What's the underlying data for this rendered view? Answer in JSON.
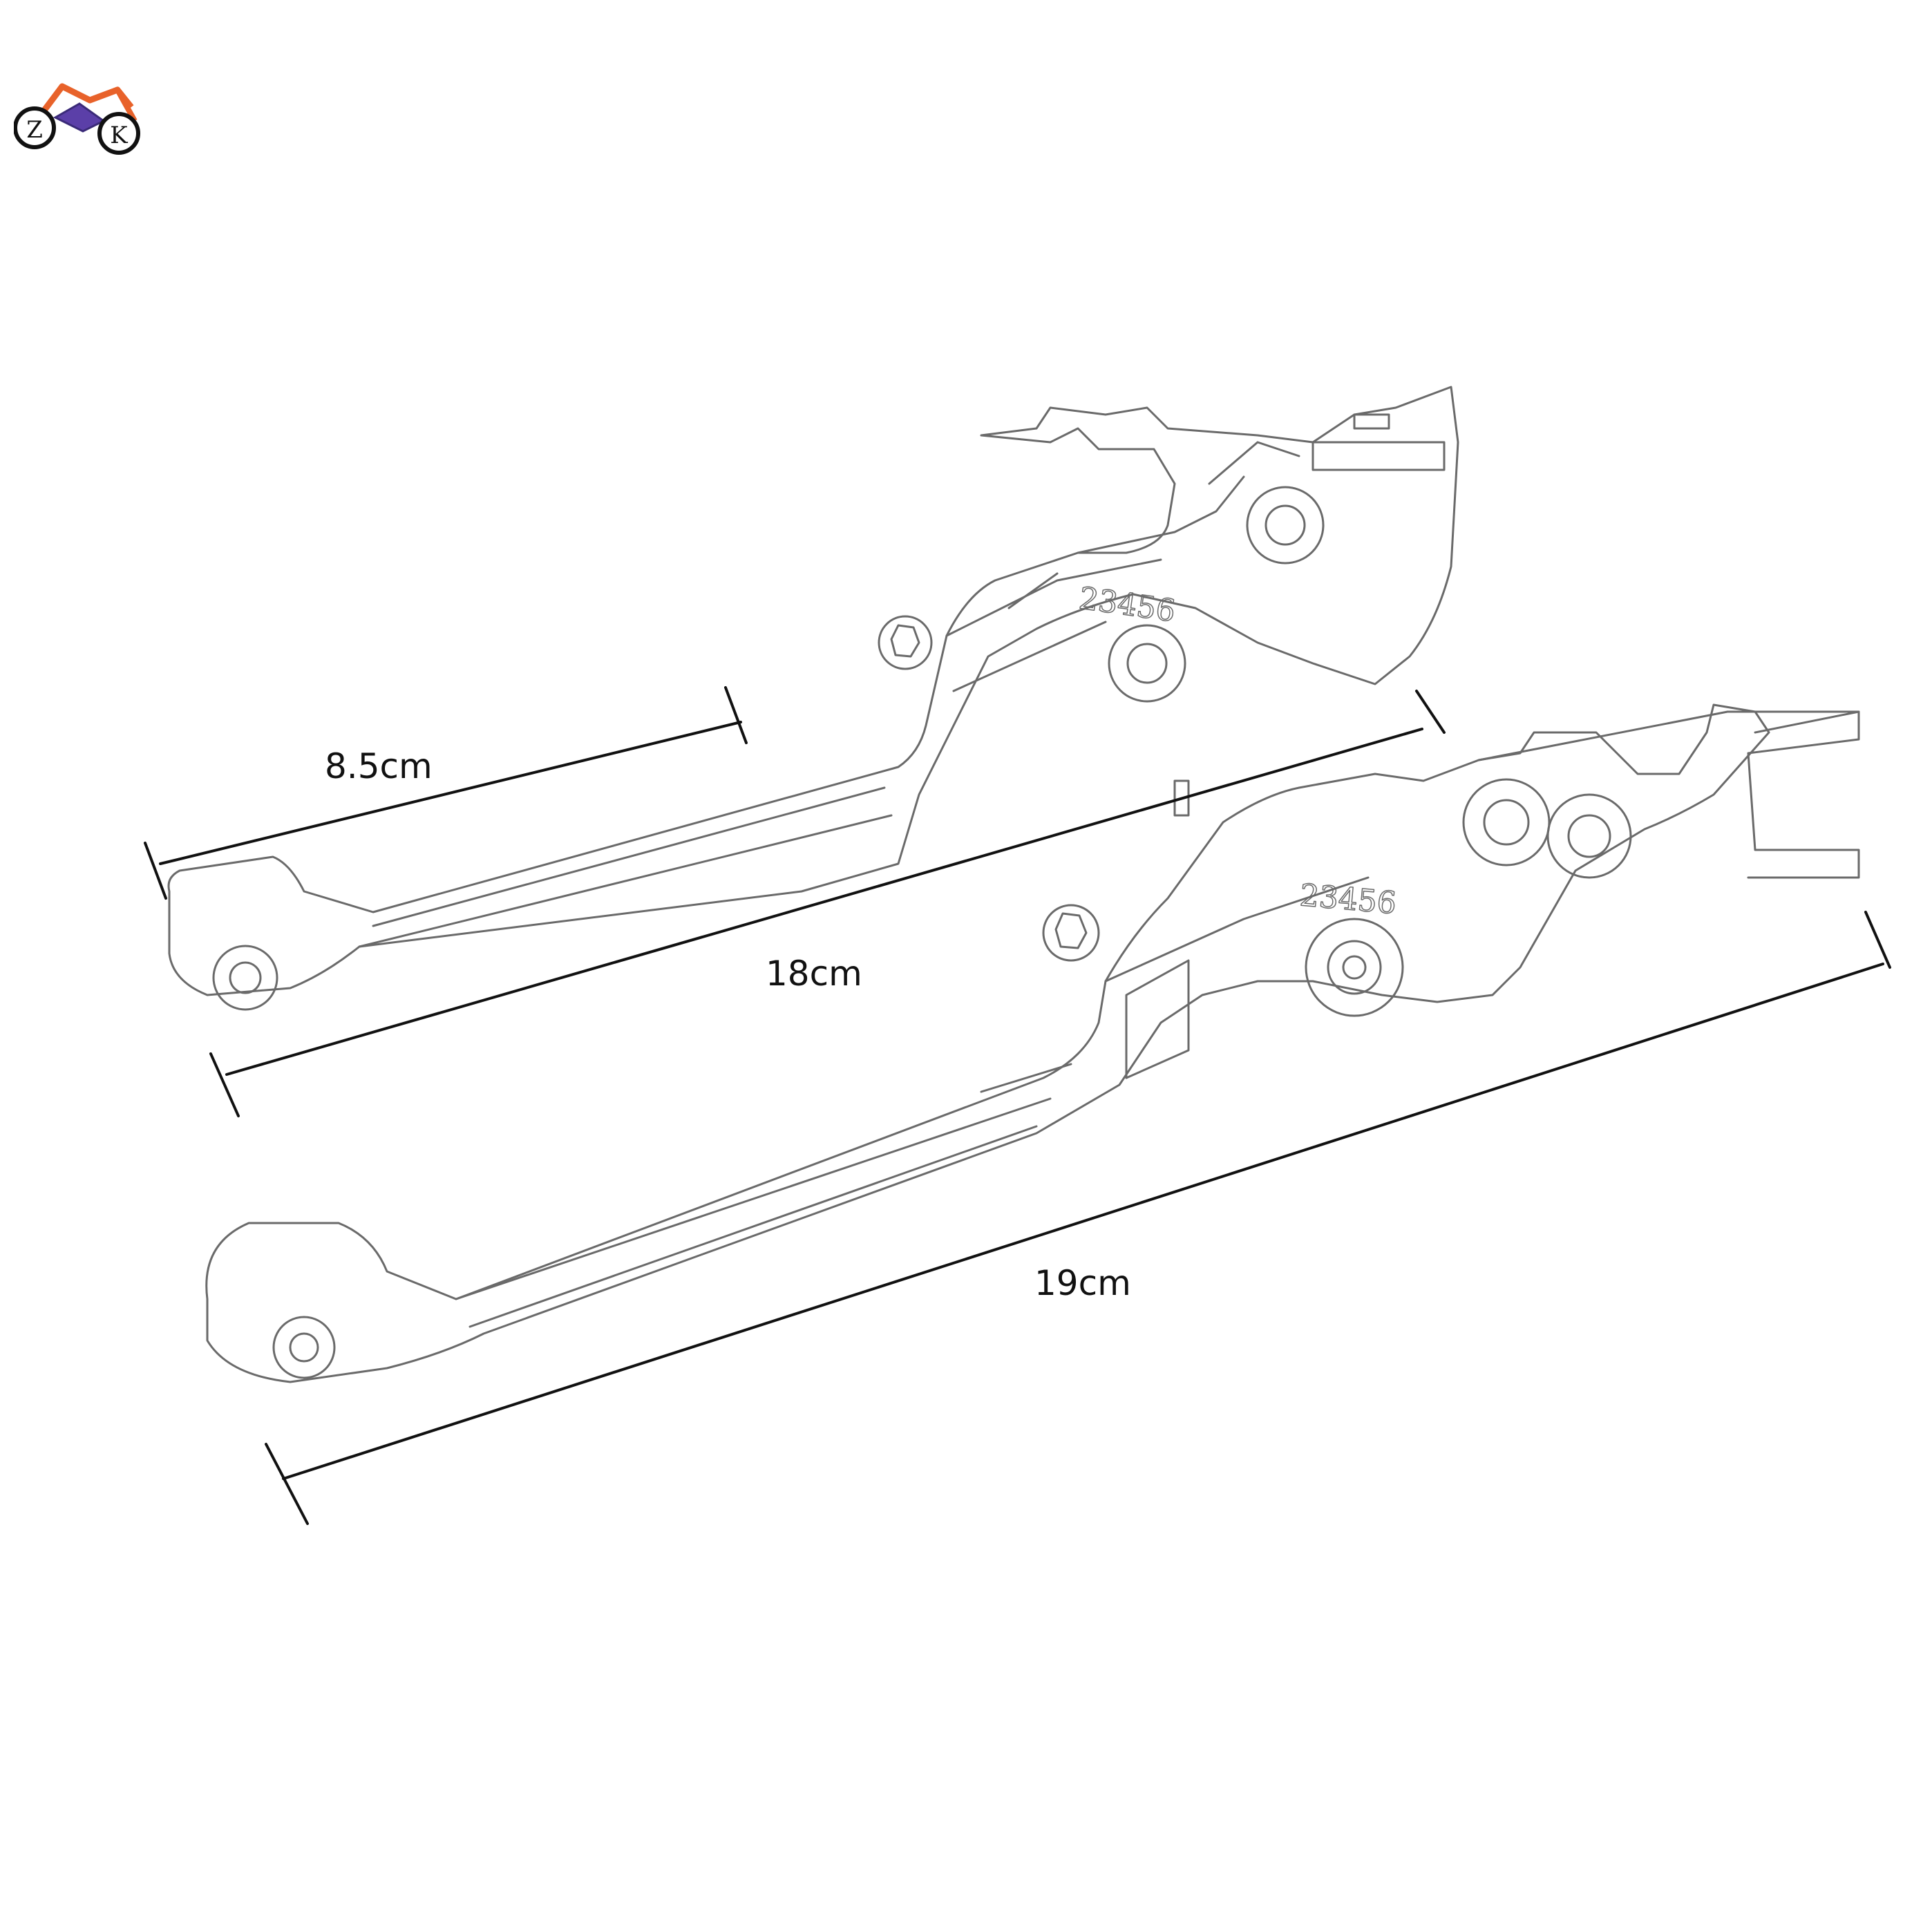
{
  "logo": {
    "letters": [
      "Z",
      "K"
    ],
    "colors": {
      "orange": "#e8622a",
      "purple": "#5b3fa8",
      "ink": "#111111"
    }
  },
  "dimensions": {
    "short_lever": "8.5cm",
    "upper_lever_total": "18cm",
    "lower_lever_total": "19cm"
  },
  "line_color": "#111111",
  "lever_stroke": "#6a6a6a",
  "adjuster_digits": "23456"
}
